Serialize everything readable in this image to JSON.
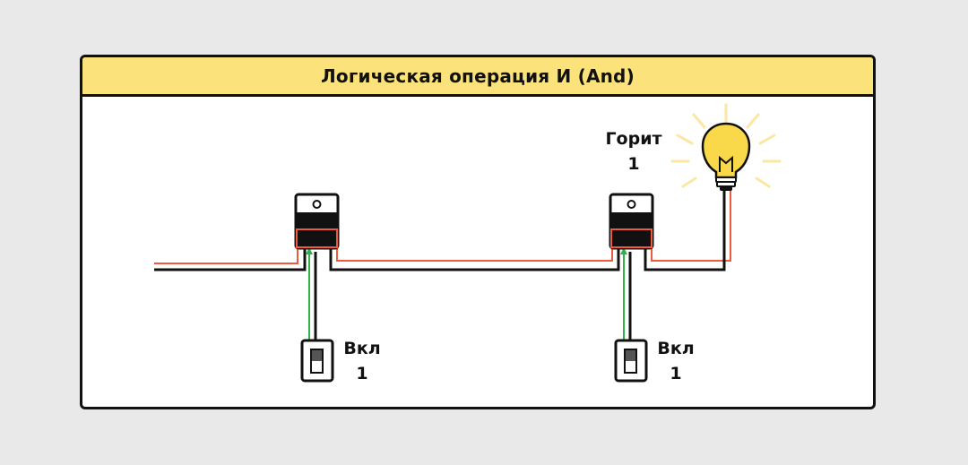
{
  "title": "Логическая операция И (And)",
  "lamp": {
    "state_label": "Горит",
    "value": "1",
    "on": true
  },
  "switches": [
    {
      "label": "Вкл",
      "value": "1"
    },
    {
      "label": "Вкл",
      "value": "1"
    }
  ],
  "colors": {
    "background": "#e9e9e9",
    "title_bar": "#fbe27a",
    "wire_live": "#f05a3c",
    "wire_neutral": "#111111",
    "wire_control": "#2db34a",
    "bulb": "#f9d949",
    "rays": "#fbe7a0"
  }
}
